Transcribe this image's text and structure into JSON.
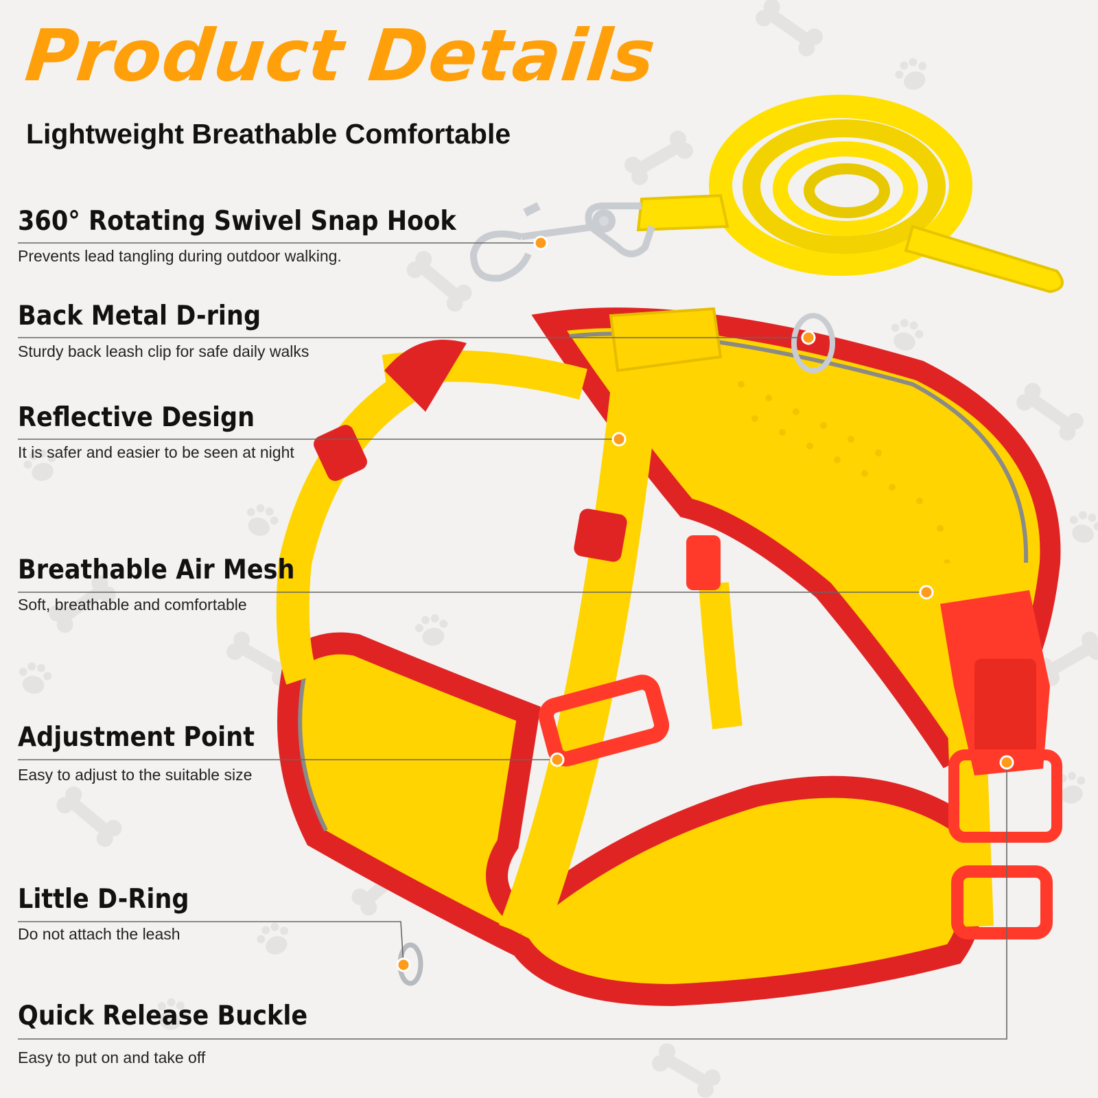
{
  "header": {
    "title": "Product Details",
    "subtitle": "Lightweight Breathable Comfortable"
  },
  "features": [
    {
      "title": "360° Rotating Swivel Snap Hook",
      "desc": "Prevents lead tangling during outdoor walking."
    },
    {
      "title": "Back Metal D-ring",
      "desc": "Sturdy back leash clip for safe daily walks"
    },
    {
      "title": "Reflective Design",
      "desc": "It is safer and easier to be seen at night"
    },
    {
      "title": "Breathable Air Mesh",
      "desc": "Soft, breathable and comfortable"
    },
    {
      "title": "Adjustment Point",
      "desc": "Easy to adjust to the suitable size"
    },
    {
      "title": "Little D-Ring",
      "desc": "Do not attach the leash"
    },
    {
      "title": "Quick Release Buckle",
      "desc": "Easy to put on and take off"
    }
  ],
  "colors": {
    "title": "#ff9f0a",
    "marker": "#ff9a1a",
    "harness_yellow": "#ffd400",
    "harness_red": "#e02424",
    "reflective_trim": "#8a8a86",
    "leash_yellow": "#ffe000",
    "metal": "#c9ccd1"
  },
  "icons": [
    "bone-icon",
    "paw-icon"
  ]
}
